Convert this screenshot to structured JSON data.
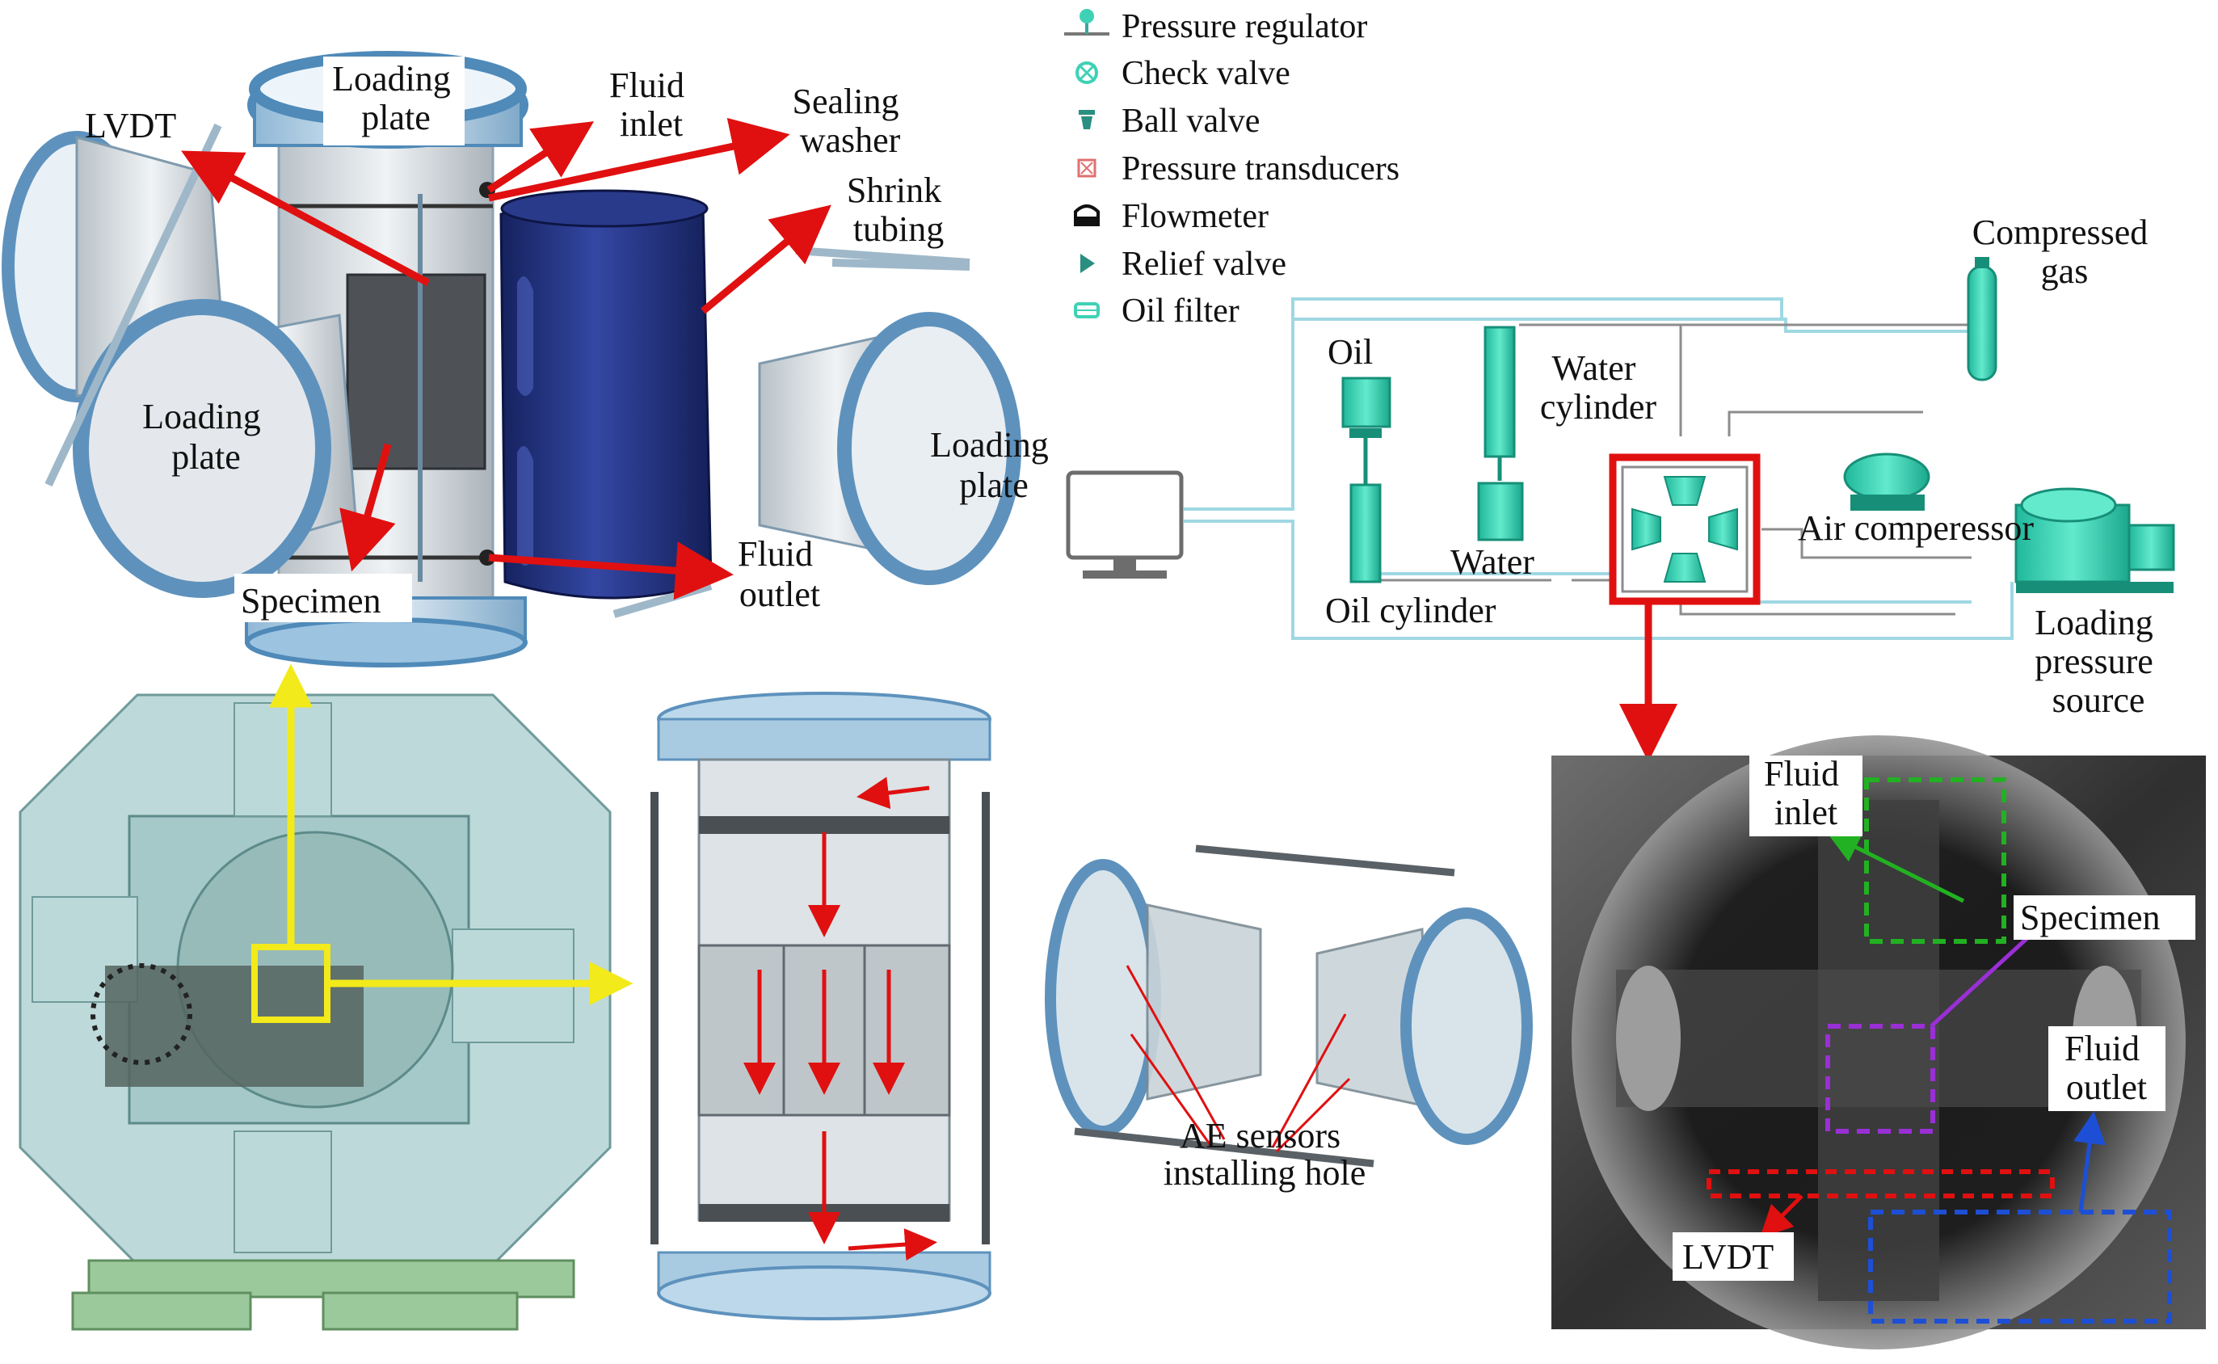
{
  "legend": {
    "items": [
      {
        "icon": "pressure-regulator-icon",
        "label": "Pressure regulator"
      },
      {
        "icon": "check-valve-icon",
        "label": "Check valve"
      },
      {
        "icon": "ball-valve-icon",
        "label": "Ball valve"
      },
      {
        "icon": "pressure-transducer-icon",
        "label": "Pressure transducers"
      },
      {
        "icon": "flowmeter-icon",
        "label": "Flowmeter"
      },
      {
        "icon": "relief-valve-icon",
        "label": "Relief valve"
      },
      {
        "icon": "oil-filter-icon",
        "label": "Oil filter"
      }
    ]
  },
  "exploded_view": {
    "loading_plate_top": [
      "Loading",
      "plate"
    ],
    "fluid_inlet": [
      "Fluid",
      "inlet"
    ],
    "sealing_washer": [
      "Sealing",
      "washer"
    ],
    "lvdt": "LVDT",
    "shrink_tubing": [
      "Shrink",
      "tubing"
    ],
    "loading_plate_left": [
      "Loading",
      "plate"
    ],
    "loading_plate_right": [
      "Loading",
      "plate"
    ],
    "specimen": "Specimen",
    "fluid_outlet": [
      "Fluid",
      "outlet"
    ]
  },
  "schematic": {
    "compressed_gas": [
      "Compressed",
      "gas"
    ],
    "oil": "Oil",
    "water_cylinder": [
      "Water",
      "cylinder"
    ],
    "water": "Water",
    "oil_cylinder": "Oil cylinder",
    "air_compressor": "Air comperessor",
    "loading_pressure_source": [
      "Loading",
      "pressure",
      "source"
    ]
  },
  "detail_views": {
    "ae_sensors": [
      "AE sensors",
      "installing hole"
    ]
  },
  "photo": {
    "fluid_inlet": [
      "Fluid",
      "inlet"
    ],
    "specimen": "Specimen",
    "fluid_outlet": [
      "Fluid",
      "outlet"
    ],
    "lvdt": "LVDT"
  },
  "colors": {
    "steel_blue": "#7fb3d9",
    "dark_blue_sleeve": "#1f2f7a",
    "arrow_red": "#e01010",
    "arrow_yellow": "#f2ea1a",
    "cyan_equipment": "#3fd1b5",
    "green_box": "#22b122",
    "purple_box": "#9a2fd6",
    "blue_box": "#1d4fd6"
  }
}
